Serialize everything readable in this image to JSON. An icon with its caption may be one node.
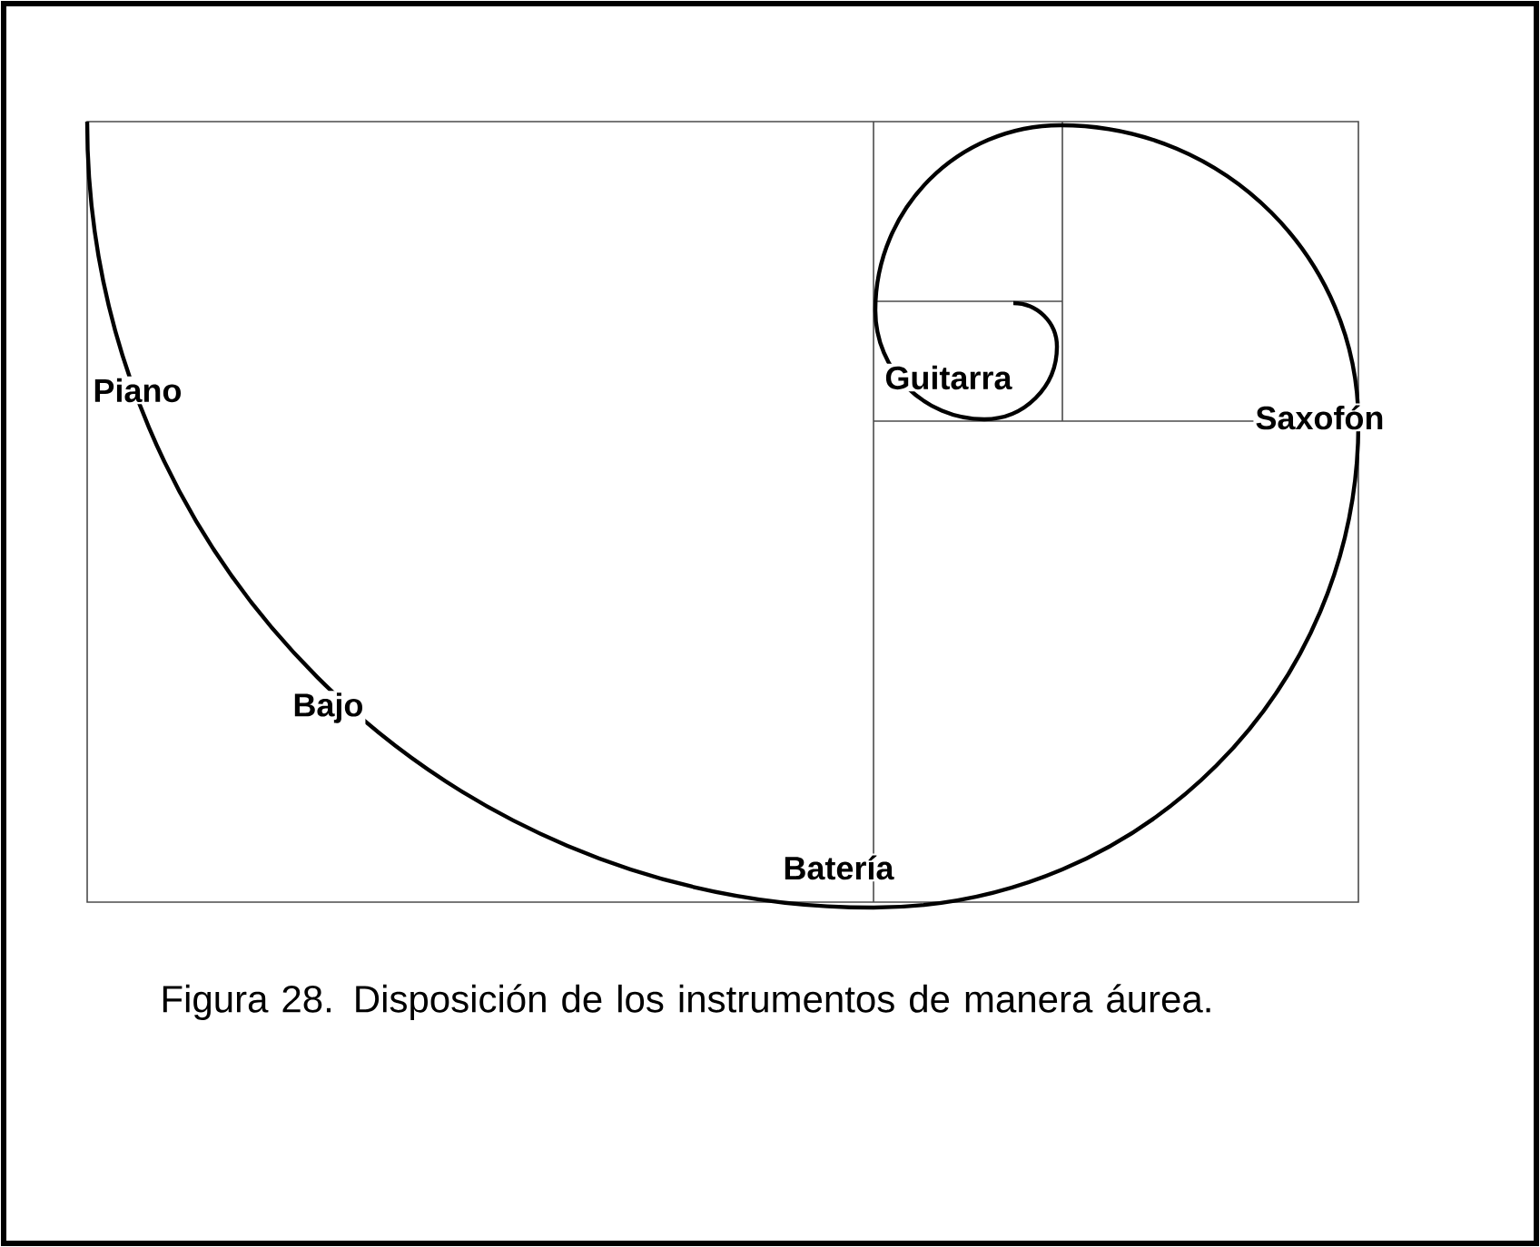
{
  "diagram": {
    "caption": "Figura 28. Disposición de los instrumentos de manera áurea.",
    "labels": [
      "Piano",
      "Guitarra",
      "Saxofón",
      "Bajo",
      "Batería"
    ]
  }
}
